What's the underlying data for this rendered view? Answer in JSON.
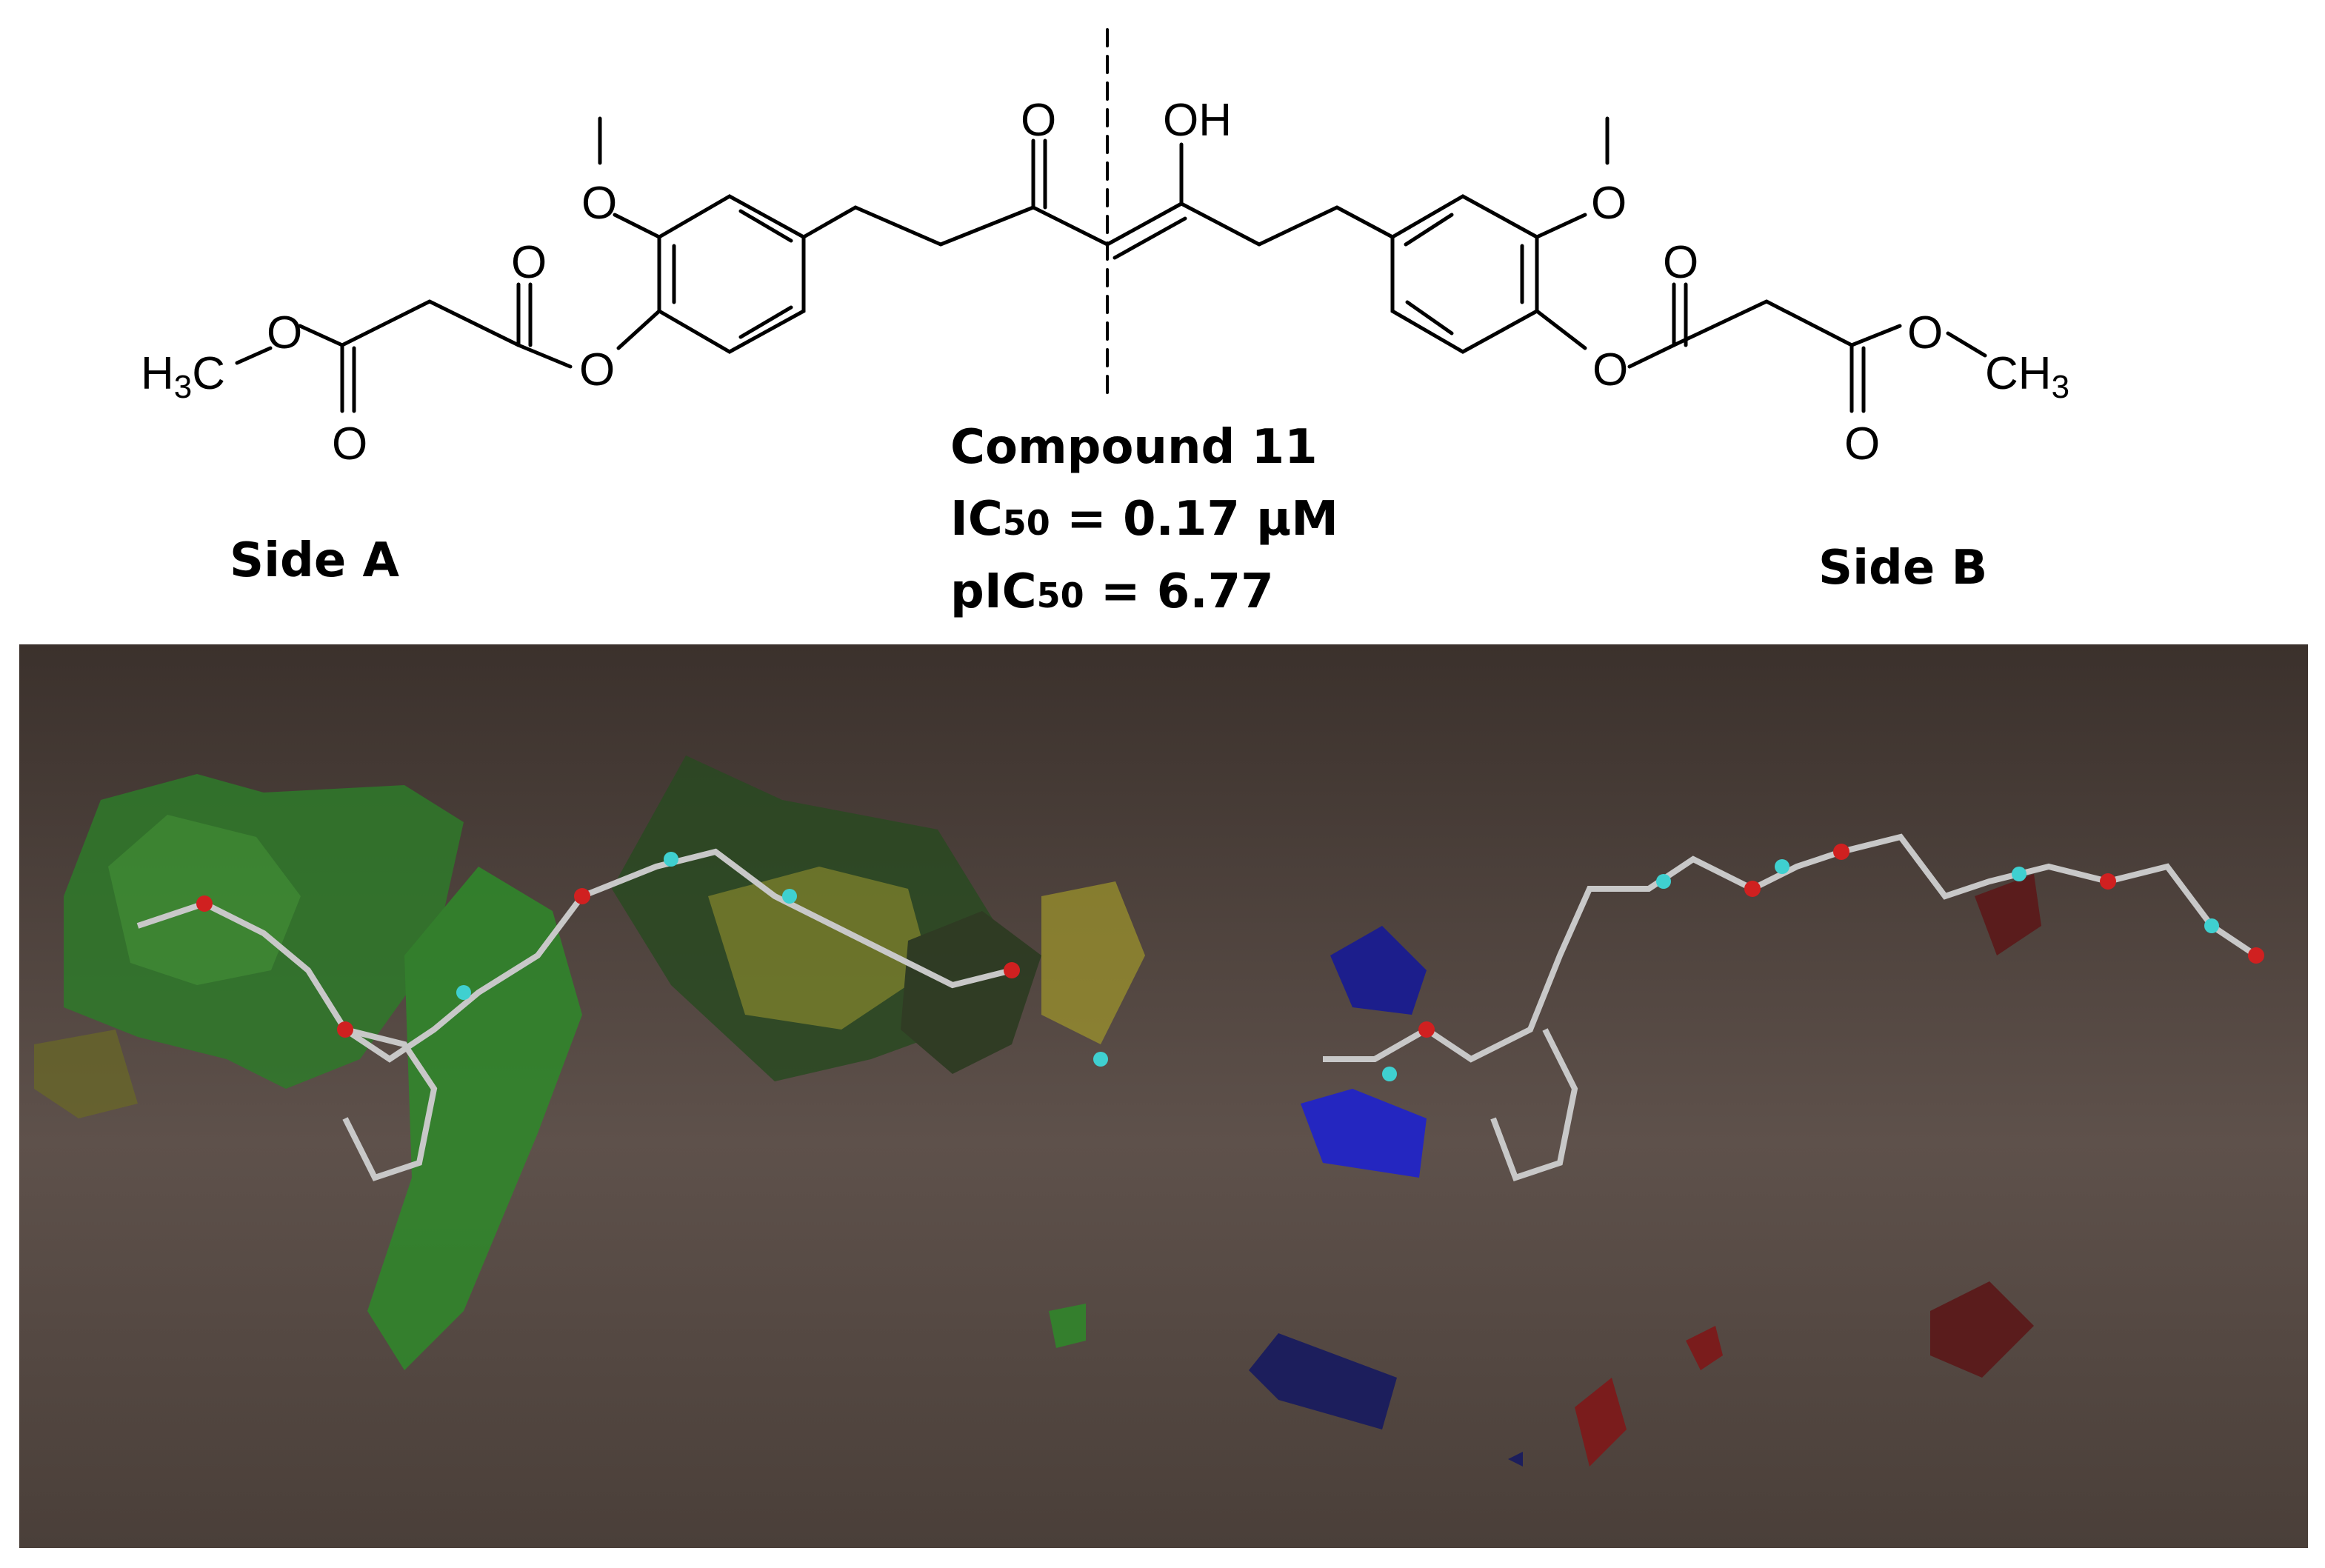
{
  "figure": {
    "compound_title": "Compound 11",
    "ic50_prefix": "IC",
    "ic50_sub": "50",
    "ic50_value": " = 0.17 μM",
    "pic50_prefix": "pIC",
    "pic50_sub": "50",
    "pic50_value": " = 6.77",
    "side_a": "Side A",
    "side_b": "Side B"
  },
  "structure": {
    "atom_O": "O",
    "atom_OH": "OH",
    "atom_H": "H",
    "atom_C": "C",
    "atom_sub3": "3",
    "atom_CH": "CH"
  },
  "contour_colors": {
    "steric_favorable": "#2f8a2a",
    "steric_unfavorable": "#a39a2a",
    "electropositive_favorable": "#1c1e8c",
    "electronegative_favorable": "#7a1c1c",
    "background_top": "#3b312c",
    "background_bottom": "#5e514b"
  }
}
